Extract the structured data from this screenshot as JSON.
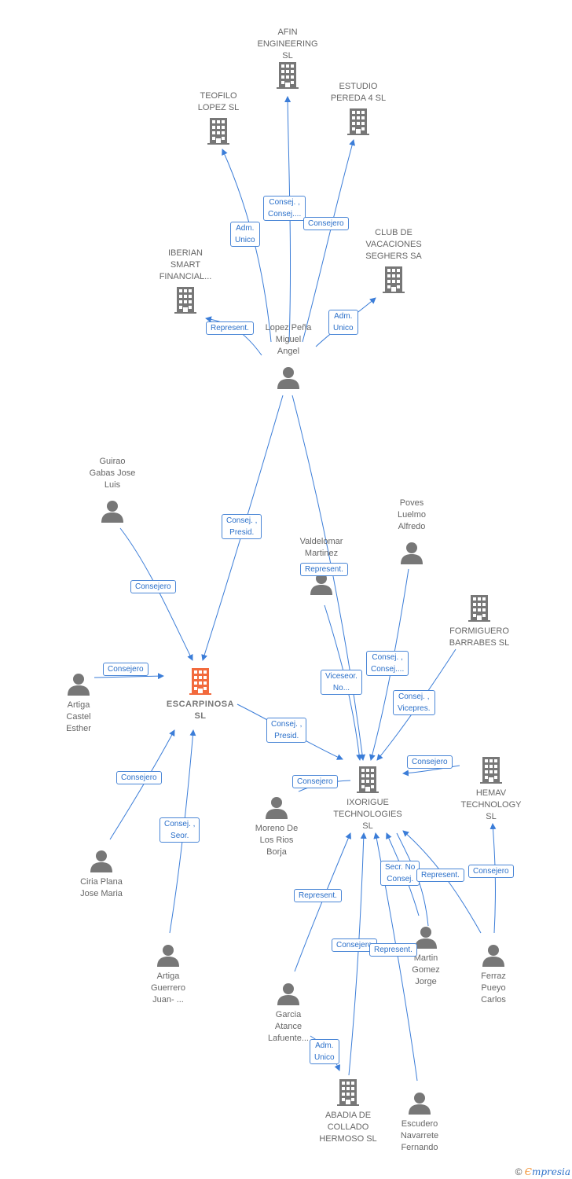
{
  "colors": {
    "edge": "#3b7dd8",
    "node_icon": "#777777",
    "focus_icon": "#f26a3d"
  },
  "nodes": {
    "afin": {
      "label": "AFIN\nENGINEERING\nSL",
      "kind": "company"
    },
    "teofilo": {
      "label": "TEOFILO\nLOPEZ  SL",
      "kind": "company"
    },
    "estudio": {
      "label": "ESTUDIO\nPEREDA 4 SL",
      "kind": "company"
    },
    "iberian": {
      "label": "IBERIAN\nSMART\nFINANCIAL...",
      "kind": "company"
    },
    "club": {
      "label": "CLUB DE\nVACACIONES\nSEGHERS SA",
      "kind": "company"
    },
    "lopez": {
      "label": "Lopez Peña\nMiguel\nAngel",
      "kind": "person"
    },
    "guirao": {
      "label": "Guirao\nGabas Jose\nLuis",
      "kind": "person"
    },
    "poves": {
      "label": "Poves\nLuelmo\nAlfredo",
      "kind": "person"
    },
    "valdelomar": {
      "label": "Valdelomar\nMartinez\n...",
      "kind": "person"
    },
    "formiguero": {
      "label": "FORMIGUERO\nBARRABES  SL",
      "kind": "company"
    },
    "escarpinosa": {
      "label": "ESCARPINOSA\nSL",
      "kind": "focus"
    },
    "artiga_castel": {
      "label": "Artiga\nCastel\nEsther",
      "kind": "person"
    },
    "ixorigue": {
      "label": "IXORIGUE\nTECHNOLOGIES\nSL",
      "kind": "company"
    },
    "hemav": {
      "label": "HEMAV\nTECHNOLOGY\nSL",
      "kind": "company"
    },
    "moreno": {
      "label": "Moreno De\nLos Rios\nBorja",
      "kind": "person"
    },
    "ciria": {
      "label": "Ciria Plana\nJose Maria",
      "kind": "person"
    },
    "artiga_guerrero": {
      "label": "Artiga\nGuerrero\nJuan- ...",
      "kind": "person"
    },
    "martin": {
      "label": "Martin\nGomez\nJorge",
      "kind": "person"
    },
    "ferraz": {
      "label": "Ferraz\nPueyo\nCarlos",
      "kind": "person"
    },
    "garcia": {
      "label": "Garcia\nAtance\nLafuente...",
      "kind": "person"
    },
    "abadia": {
      "label": "ABADIA DE\nCOLLADO\nHERMOSO SL",
      "kind": "company"
    },
    "escudero": {
      "label": "Escudero\nNavarrete\nFernando",
      "kind": "person"
    }
  },
  "edge_labels": {
    "adm_unico_teofilo": "Adm.\nUnico",
    "consej_afin": "Consej. ,\nConsej....",
    "consejero_estudio": "Consejero",
    "represent_iberian": "Represent.",
    "adm_unico_club": "Adm.\nUnico",
    "consej_presid_escarpinosa": "Consej. ,\nPresid.",
    "consejero_guirao": "Consejero",
    "represent_valdelomar": "Represent.",
    "consej_poves": "Consej. ,\nConsej....",
    "viceseor": "Viceseor.\nNo...",
    "consej_vicepres": "Consej. ,\nVicepres.",
    "consejero_artiga_castel": "Consejero",
    "consej_presid_ixorigue": "Consej. ,\nPresid.",
    "consejero_moreno": "Consejero",
    "consejero_hemav_to_ixo": "Consejero",
    "consejero_ciria": "Consejero",
    "consej_seor": "Consej. ,\nSeor.",
    "secr_no_consej": "Secr.  No\nConsej.",
    "represent_martin": "Represent.",
    "consejero_ferraz": "Consejero",
    "represent_garcia": "Represent.",
    "consejero_abadia": "Consejero",
    "represent_escudero": "Represent.",
    "adm_unico_abadia": "Adm.\nUnico"
  },
  "brand": {
    "copyright": "©",
    "e": "Є",
    "rest": "mpresia"
  }
}
